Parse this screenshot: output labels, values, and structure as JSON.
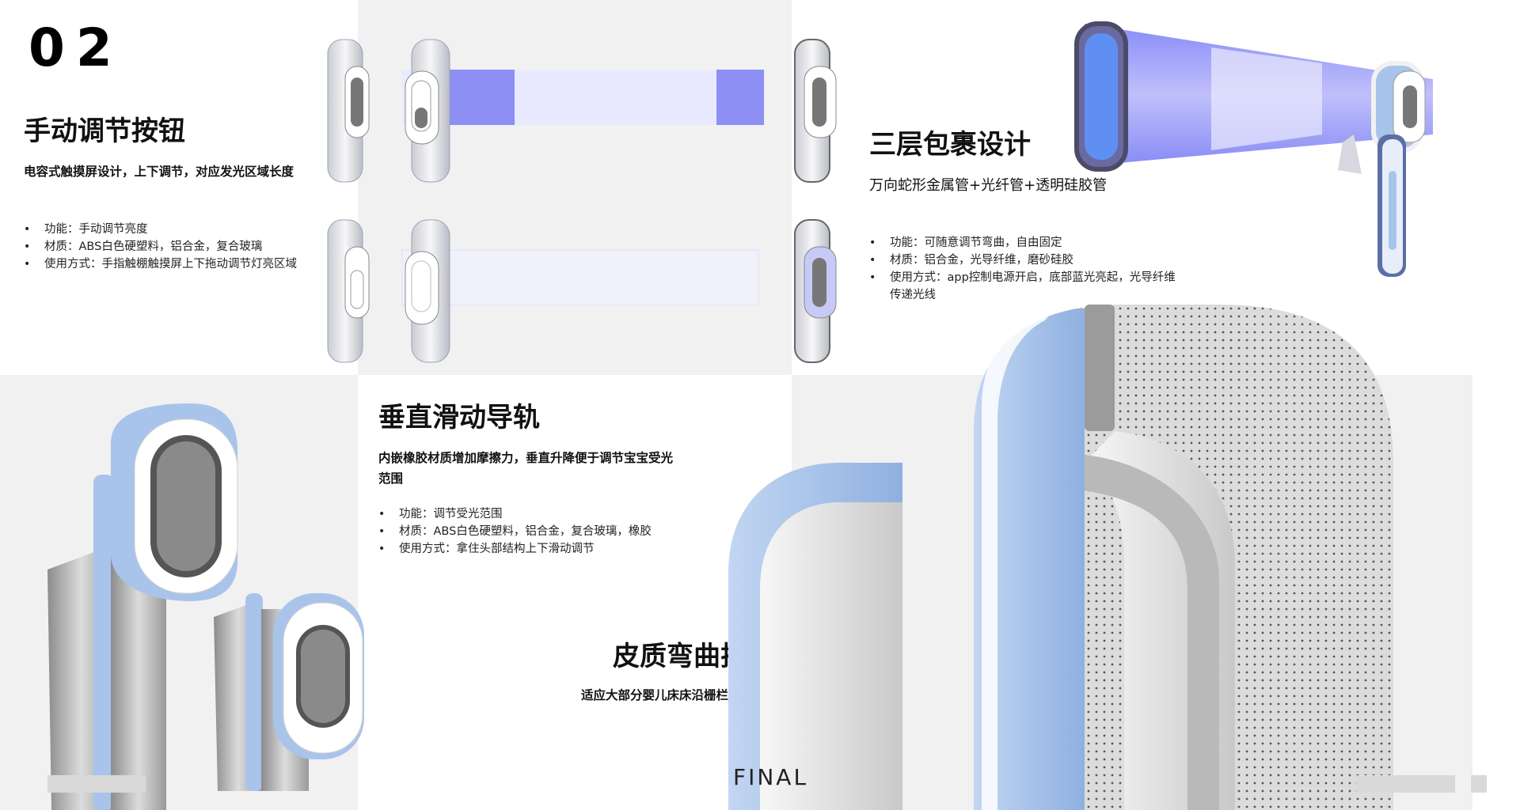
{
  "page": {
    "number": "02",
    "footer_label": "FINAL"
  },
  "sections": {
    "manual_button": {
      "title": "手动调节按钮",
      "subtitle": "电容式触摸屏设计，上下调节，对应发光区域长度",
      "bullets": [
        "功能：手动调节亮度",
        "材质：ABS白色硬塑料，铝合金，复合玻璃",
        "使用方式：手指触棚触摸屏上下拖动调节灯亮区域"
      ]
    },
    "three_layer": {
      "title": "三层包裹设计",
      "subtitle": "万向蛇形金属管+光纤管+透明硅胶管",
      "bullets": [
        "功能：可随意调节弯曲，自由固定",
        "材质：铝合金，光导纤维，磨砂硅胶",
        "使用方式：app控制电源开启，底部蓝光亮起，光导纤维传递光线"
      ]
    },
    "vertical_rail": {
      "title": "垂直滑动导轨",
      "subtitle": "内嵌橡胶材质增加摩擦力，垂直升降便于调节宝宝受光范围",
      "bullets": [
        "功能：调节受光范围",
        "材质：ABS白色硬塑料，铝合金，复合玻璃，橡胶",
        "使用方式：拿住头部结构上下滑动调节"
      ]
    },
    "leather_hook": {
      "title": "皮质弯曲挂钩",
      "subtitle": "适应大部分婴儿床床沿栅栏宽度尺寸"
    }
  },
  "colors": {
    "panel_gray": "#f1f1f1",
    "light_blue": "#a9c4ea",
    "glow_blue": "#6f73f0",
    "accent_blue": "#8fb0e0",
    "bar_gray": "#d9d9d9"
  }
}
